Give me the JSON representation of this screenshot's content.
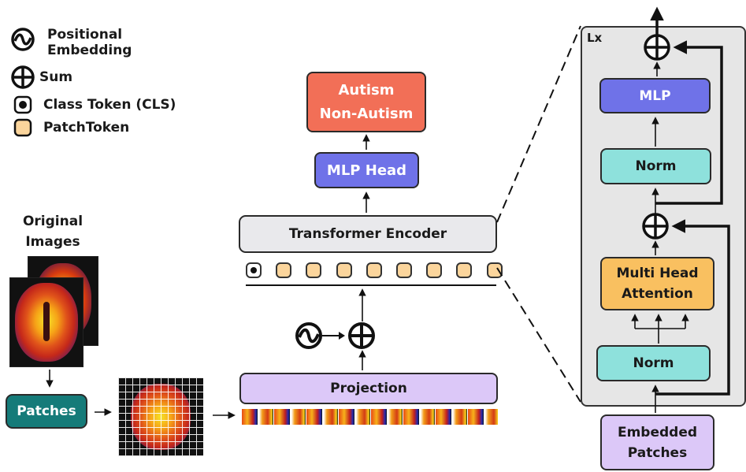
{
  "legend": {
    "positional_embedding": "Positional Embedding",
    "sum": "Sum",
    "class_token": "Class Token (CLS)",
    "patch_token": "PatchToken"
  },
  "input": {
    "original_images": "Original Images",
    "patches": "Patches"
  },
  "pipeline": {
    "projection": "Projection",
    "transformer_encoder": "Transformer Encoder",
    "mlp_head": "MLP Head",
    "output": "Autism Non-Autism",
    "patch_token_count": 8
  },
  "encoder_block": {
    "repeat_label": "Lx",
    "mlp": "MLP",
    "norm_top": "Norm",
    "attention": "Multi Head Attention",
    "norm_bottom": "Norm",
    "embedded_patches": "Embedded Patches"
  },
  "colors": {
    "output_box": "#f26f57",
    "mlp_box": "#6f72e8",
    "encoder_box": "#e9e9ec",
    "projection_box": "#dcc8f8",
    "norm_box": "#8ee1dc",
    "attention_box": "#f9c060",
    "patches_box": "#157b79",
    "embedded_patches_box": "#dcc8f8",
    "token_fill": "#fbd59c",
    "block_bg": "#e6e6e6"
  },
  "icons": [
    "positional-embedding-icon",
    "sum-icon",
    "class-token-icon",
    "patch-token-icon"
  ]
}
